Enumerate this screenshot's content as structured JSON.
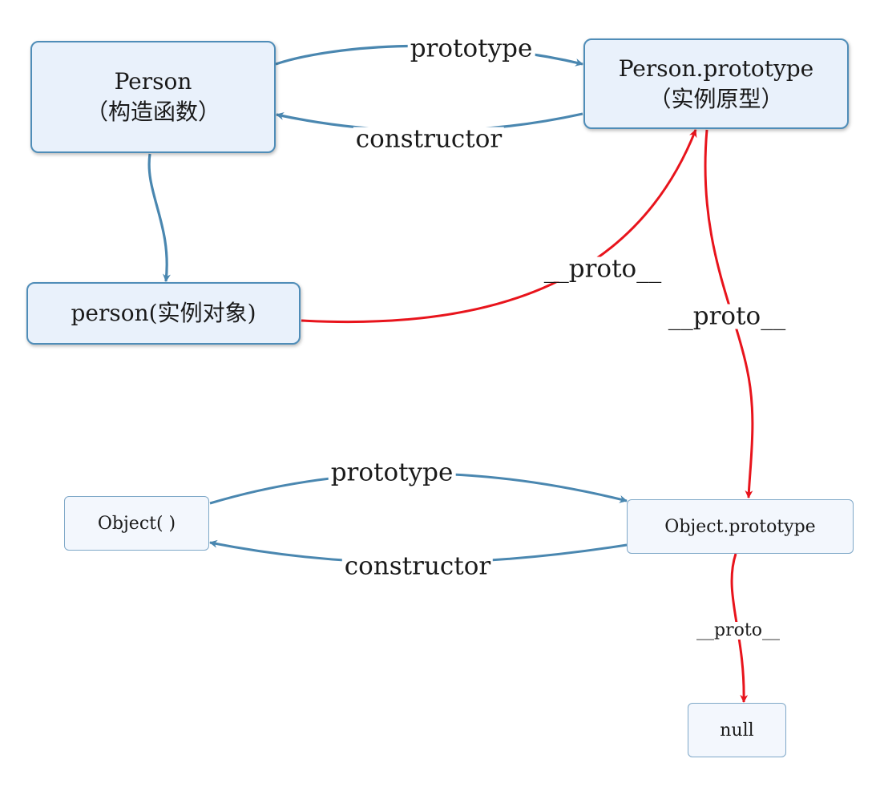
{
  "colors": {
    "link_blue": "#4a87b0",
    "proto_red": "#e8141c",
    "node_fill": "#e9f1fb",
    "node_border": "#4f8db8"
  },
  "nodes": {
    "person": {
      "line1": "Person",
      "line2": "（构造函数）"
    },
    "person_prototype": {
      "line1": "Person.prototype",
      "line2": "（实例原型）"
    },
    "person_instance": {
      "text": "person(实例对象)"
    },
    "object_fn": {
      "text": "Object( )"
    },
    "object_prototype": {
      "text": "Object.prototype"
    },
    "null_node": {
      "text": "null"
    }
  },
  "edges": {
    "person_prototype_label": "prototype",
    "person_constructor_label": "constructor",
    "instance_proto_label": "__proto__",
    "prototype_proto_label": "__proto__",
    "object_prototype_label": "prototype",
    "object_constructor_label": "constructor",
    "object_proto_label": "__proto__"
  }
}
